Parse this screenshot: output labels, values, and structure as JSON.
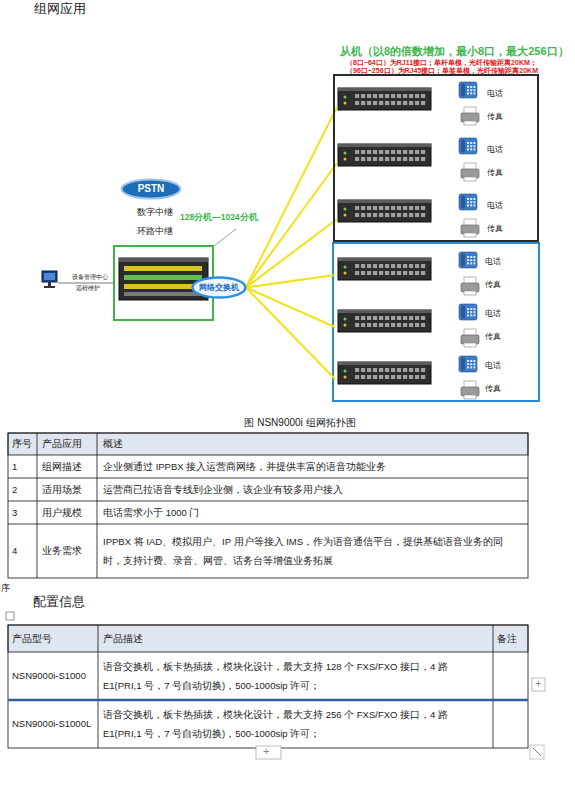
{
  "diagram": {
    "title": "组网应用",
    "caption": "图 NSN9000i 组网拓扑图",
    "nodes": [
      {
        "text": [
          "PSTN"
        ]
      },
      {
        "text": [
          "128分机—1024分机"
        ]
      },
      {
        "text": [
          "网络交换机"
        ]
      },
      {
        "text": [
          "从机（以8的倍数增加，最小8口，最大256口）",
          "（8口~64口）为RJ11接口；单杆单模，光纤传输距离20KM；",
          "（96口~256口）为RJ45接口；单签单模，光纤传输距离20KM"
        ]
      },
      {
        "text": [
          "电话",
          "传真"
        ],
        "in": 3
      },
      {
        "text": [
          "电话",
          "传真"
        ],
        "in": 3
      },
      {
        "text": [
          "电话",
          "传真"
        ],
        "in": 3
      },
      {
        "text": [
          "电话",
          "传真"
        ]
      },
      {
        "text": [
          "电话",
          "传真"
        ]
      },
      {
        "text": [
          "电话",
          "传真"
        ]
      }
    ],
    "edges": [
      {
        "from": 2,
        "to": 4,
        "arrow": "none"
      },
      {
        "from": 2,
        "to": 5,
        "arrow": "none"
      },
      {
        "from": 2,
        "to": 6,
        "arrow": "none"
      },
      {
        "from": 2,
        "to": 7,
        "arrow": "none"
      },
      {
        "from": 2,
        "to": 8,
        "arrow": "none"
      },
      {
        "from": 2,
        "to": 9,
        "arrow": "none"
      }
    ],
    "labels": [
      "设备管理中心",
      "远程维护",
      "数字中继",
      "环路中继",
      "序号",
      "产品应用",
      "概述",
      "1",
      "组网描述",
      "企业侧通过 IPPBX 接入运营商网络，并提供丰富的语音功能业务",
      "2",
      "适用场景",
      "运营商已拉语音专线到企业侧，该企业有较多用户接入",
      "3",
      "用户规模",
      "电话需求小于 1000 门",
      "4",
      "业务需求",
      "IPPBX 将 IAD、模拟用户、IP 用户等接入 IMS，作为语音通信平台，提供基础语音业务的同时，支持计费、录音、网管、话务台等增值业务拓展",
      "序",
      "配置信息",
      "产品型号",
      "产品描述",
      "备注",
      "NSN9000i-S1000",
      "语音交换机，板卡热插拔，模块化设计，最大支持 128 个 FXS/FXO 接口，4 路 E1(PRI,1 号，7 号自动切换)，500-1000sip 许可；",
      "NSN9000i-S1000L",
      "语音交换机，板卡热插拔，模块化设计，最大支持 256 个 FXS/FXO 接口，4 路 E1(PRI,1 号，7 号自动切换)，500-1000sip 许可；",
      "+",
      "+"
    ]
  }
}
